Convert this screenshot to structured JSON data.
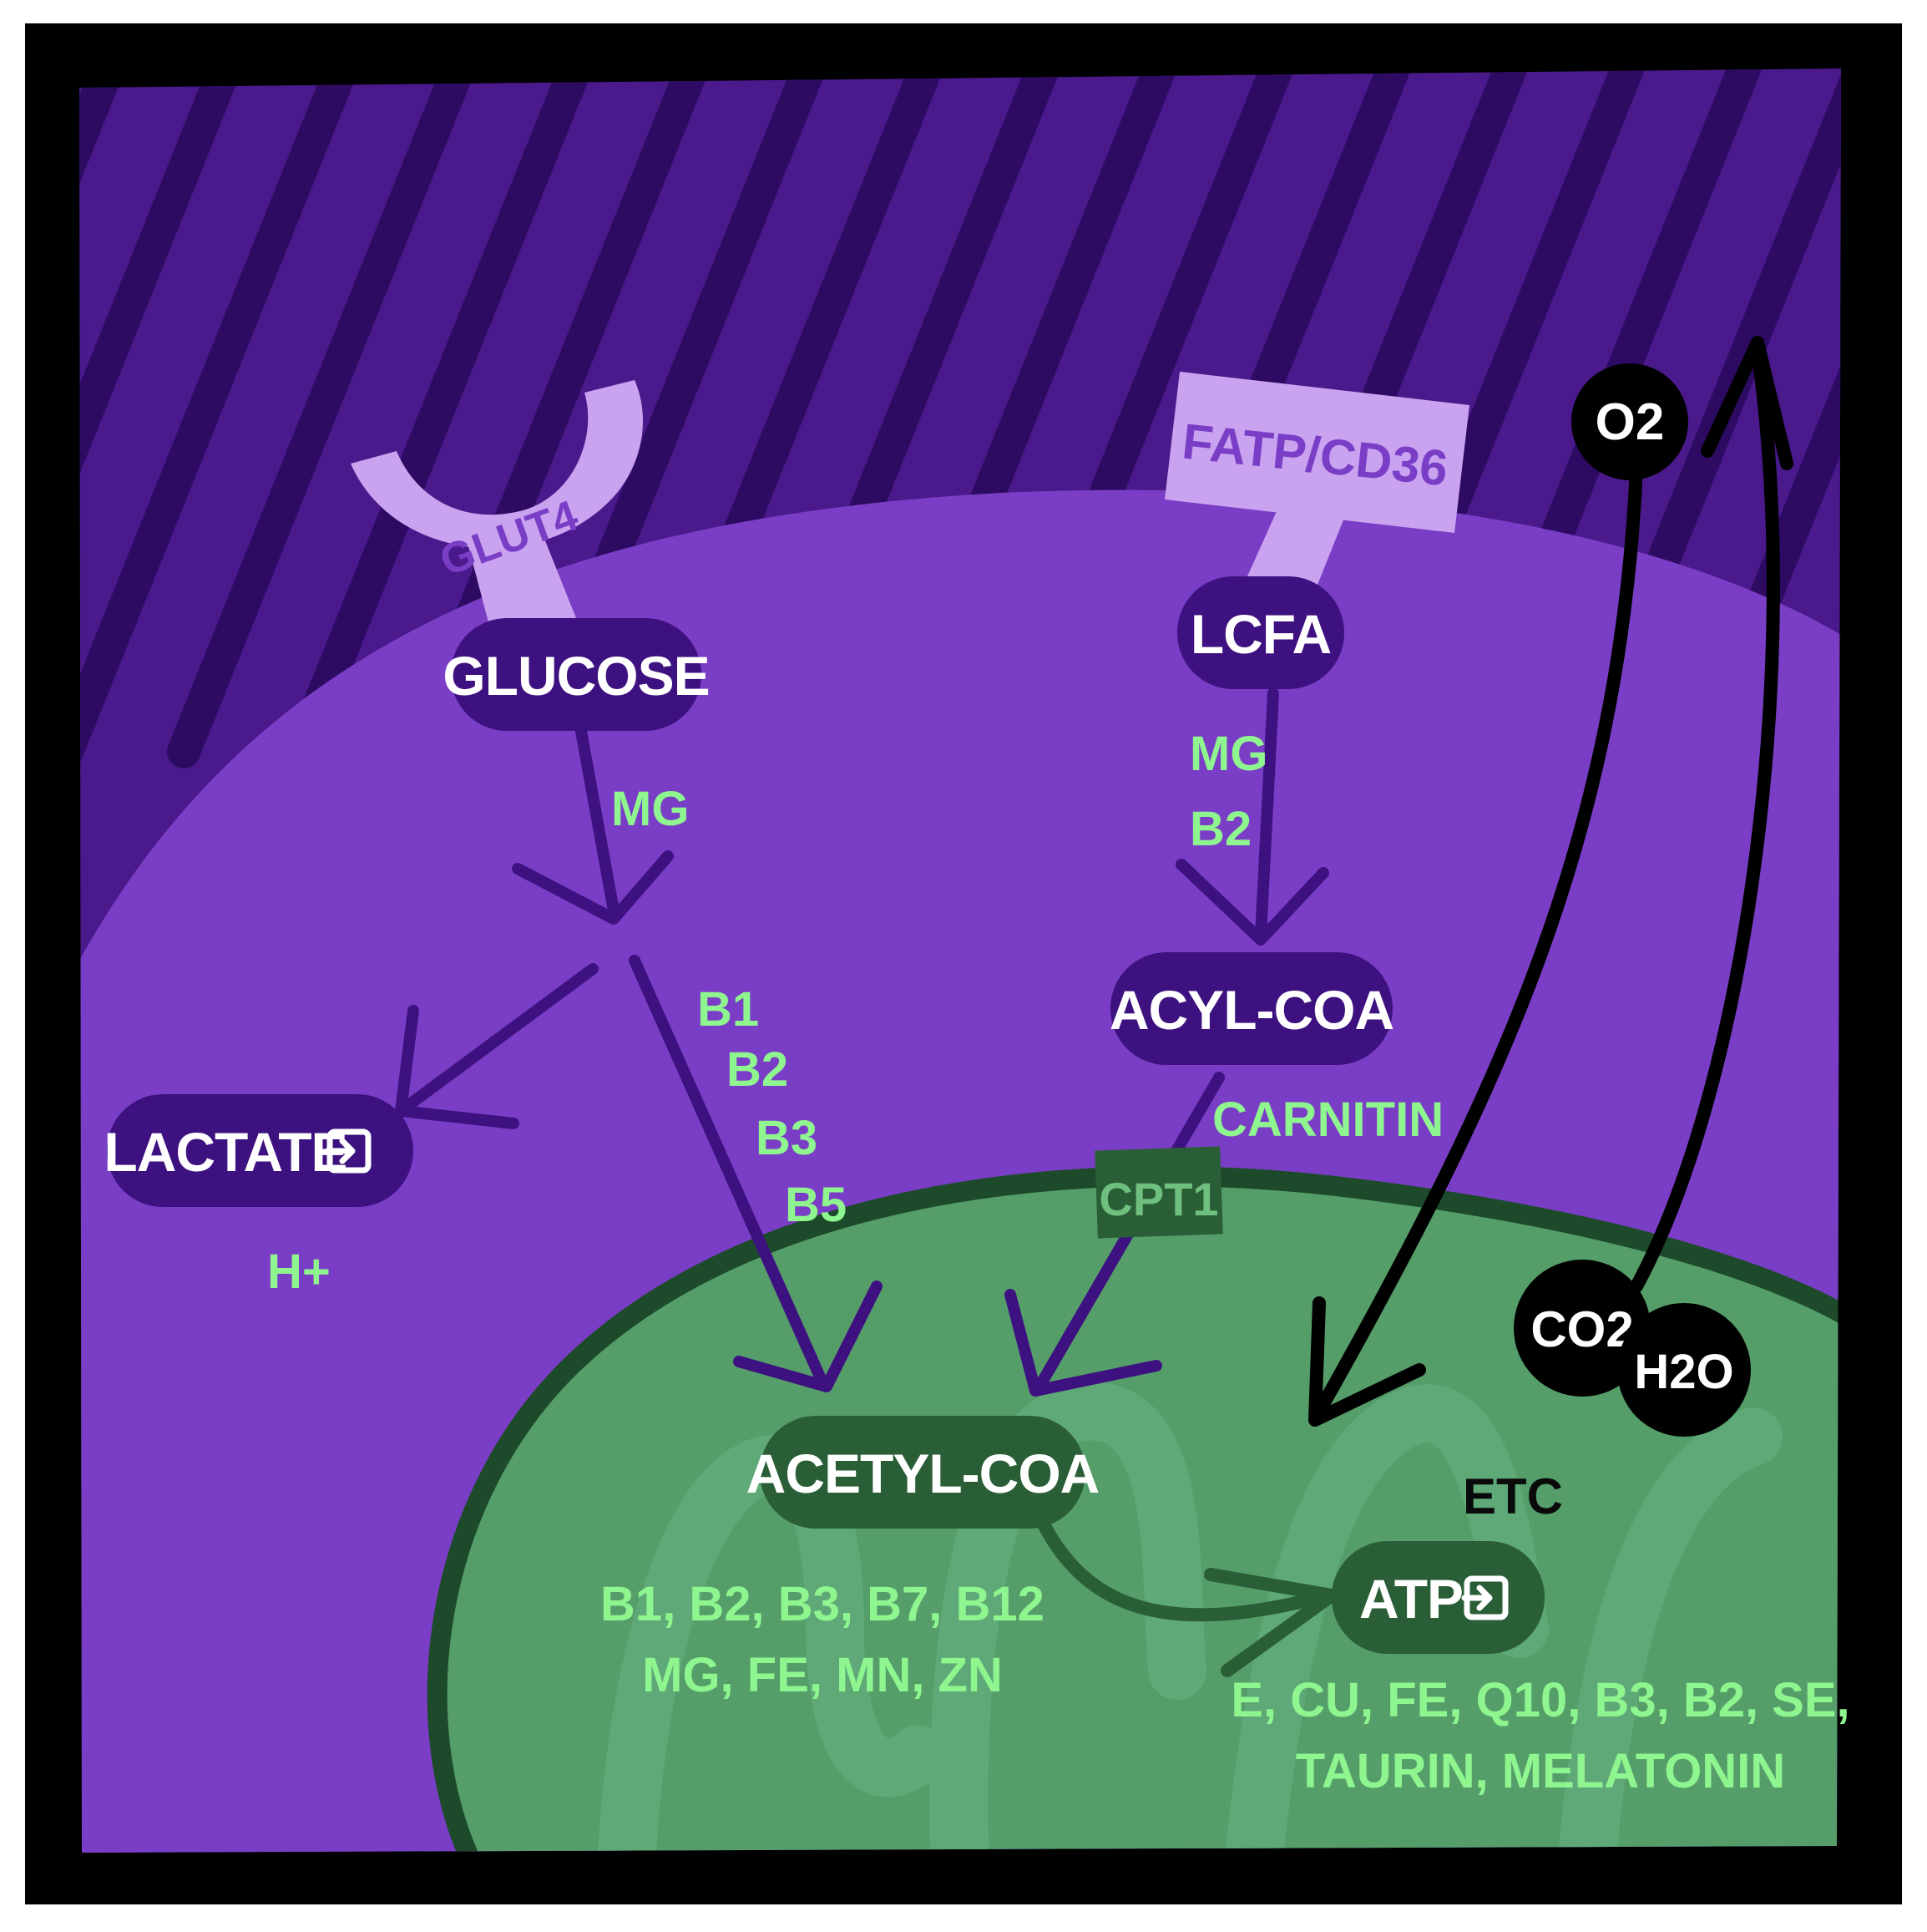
{
  "colors": {
    "frame": "#000000",
    "extracellular": "#4a1a8c",
    "extracellular_stripes": "#2e0b63",
    "cytoplasm": "#7a3ec6",
    "pill_purple": "#3d1280",
    "transporter": "#c9a3ef",
    "transporter_text": "#7a3ec6",
    "mitochondrion": "#559e6a",
    "mitochondrion_border": "#1d4a2a",
    "cristae": "#5fa877",
    "pill_green": "#2a5e37",
    "cofactor_text": "#8ef58f",
    "molecule_bubble": "#000000"
  },
  "transporters": {
    "glut4": "GLUT4",
    "fatp": "FATP/CD36",
    "cpt1": "CPT1"
  },
  "nodes": {
    "glucose": "GLUCOSE",
    "lcfa": "LCFA",
    "lactate": "LACTATE",
    "acyl_coa": "ACYL-COA",
    "acetyl_coa": "ACETYL-COA",
    "atp": "ATP"
  },
  "cofactors": {
    "glycolysis": "MG",
    "lcfa_activation": [
      "MG",
      "B2"
    ],
    "pdh": [
      "B1",
      "B2",
      "B3",
      "B5"
    ],
    "lactate": "H+",
    "carnitine": "CARNITIN",
    "tca_line1": "B1, B2, B3, B7, B12",
    "tca_line2": "MG, FE, MN, ZN",
    "etc_line1": "E, CU, FE, Q10, B3, B2, SE,",
    "etc_line2": "TAURIN, MELATONIN"
  },
  "molecules": {
    "o2": "O2",
    "co2": "CO2",
    "h2o": "H2O"
  },
  "labels": {
    "etc": "ETC"
  },
  "icons": {
    "export": "export-arrow-icon"
  }
}
